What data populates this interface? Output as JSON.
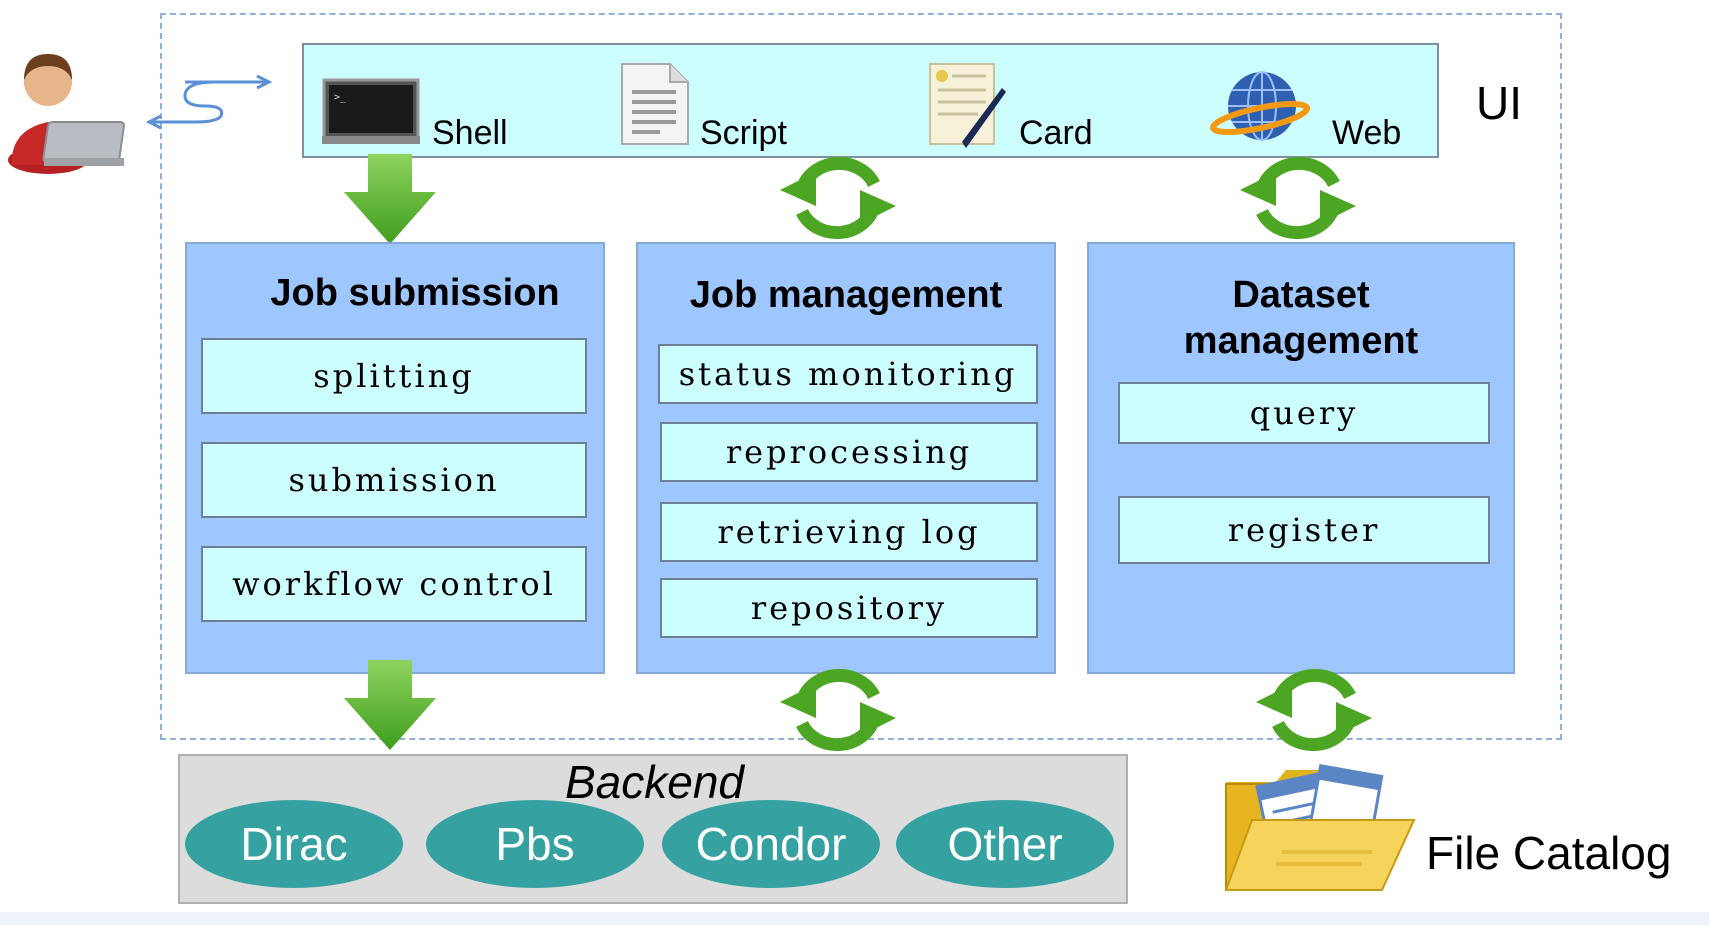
{
  "ui": {
    "label": "UI",
    "items": [
      {
        "label": "Shell",
        "icon": "terminal-icon"
      },
      {
        "label": "Script",
        "icon": "document-icon"
      },
      {
        "label": "Card",
        "icon": "card-pen-icon"
      },
      {
        "label": "Web",
        "icon": "globe-icon"
      }
    ]
  },
  "panels": {
    "job_submission": {
      "title": "Job submission",
      "items": [
        "splitting",
        "submission",
        "workflow control"
      ]
    },
    "job_management": {
      "title": "Job management",
      "items": [
        "status monitoring",
        "reprocessing",
        "retrieving log",
        "repository"
      ]
    },
    "dataset_management": {
      "title_line1": "Dataset",
      "title_line2": "management",
      "items": [
        "query",
        "register"
      ]
    }
  },
  "backend": {
    "title": "Backend",
    "items": [
      "Dirac",
      "Pbs",
      "Condor",
      "Other"
    ]
  },
  "file_catalog": {
    "label": "File Catalog"
  },
  "colors": {
    "panel_fill": "#9fc7ff",
    "box_fill": "#ccfdff",
    "arrow_green": "#5dbb2f",
    "ellipse_teal": "#35a1a1",
    "backend_gray": "#dcdcdc"
  }
}
